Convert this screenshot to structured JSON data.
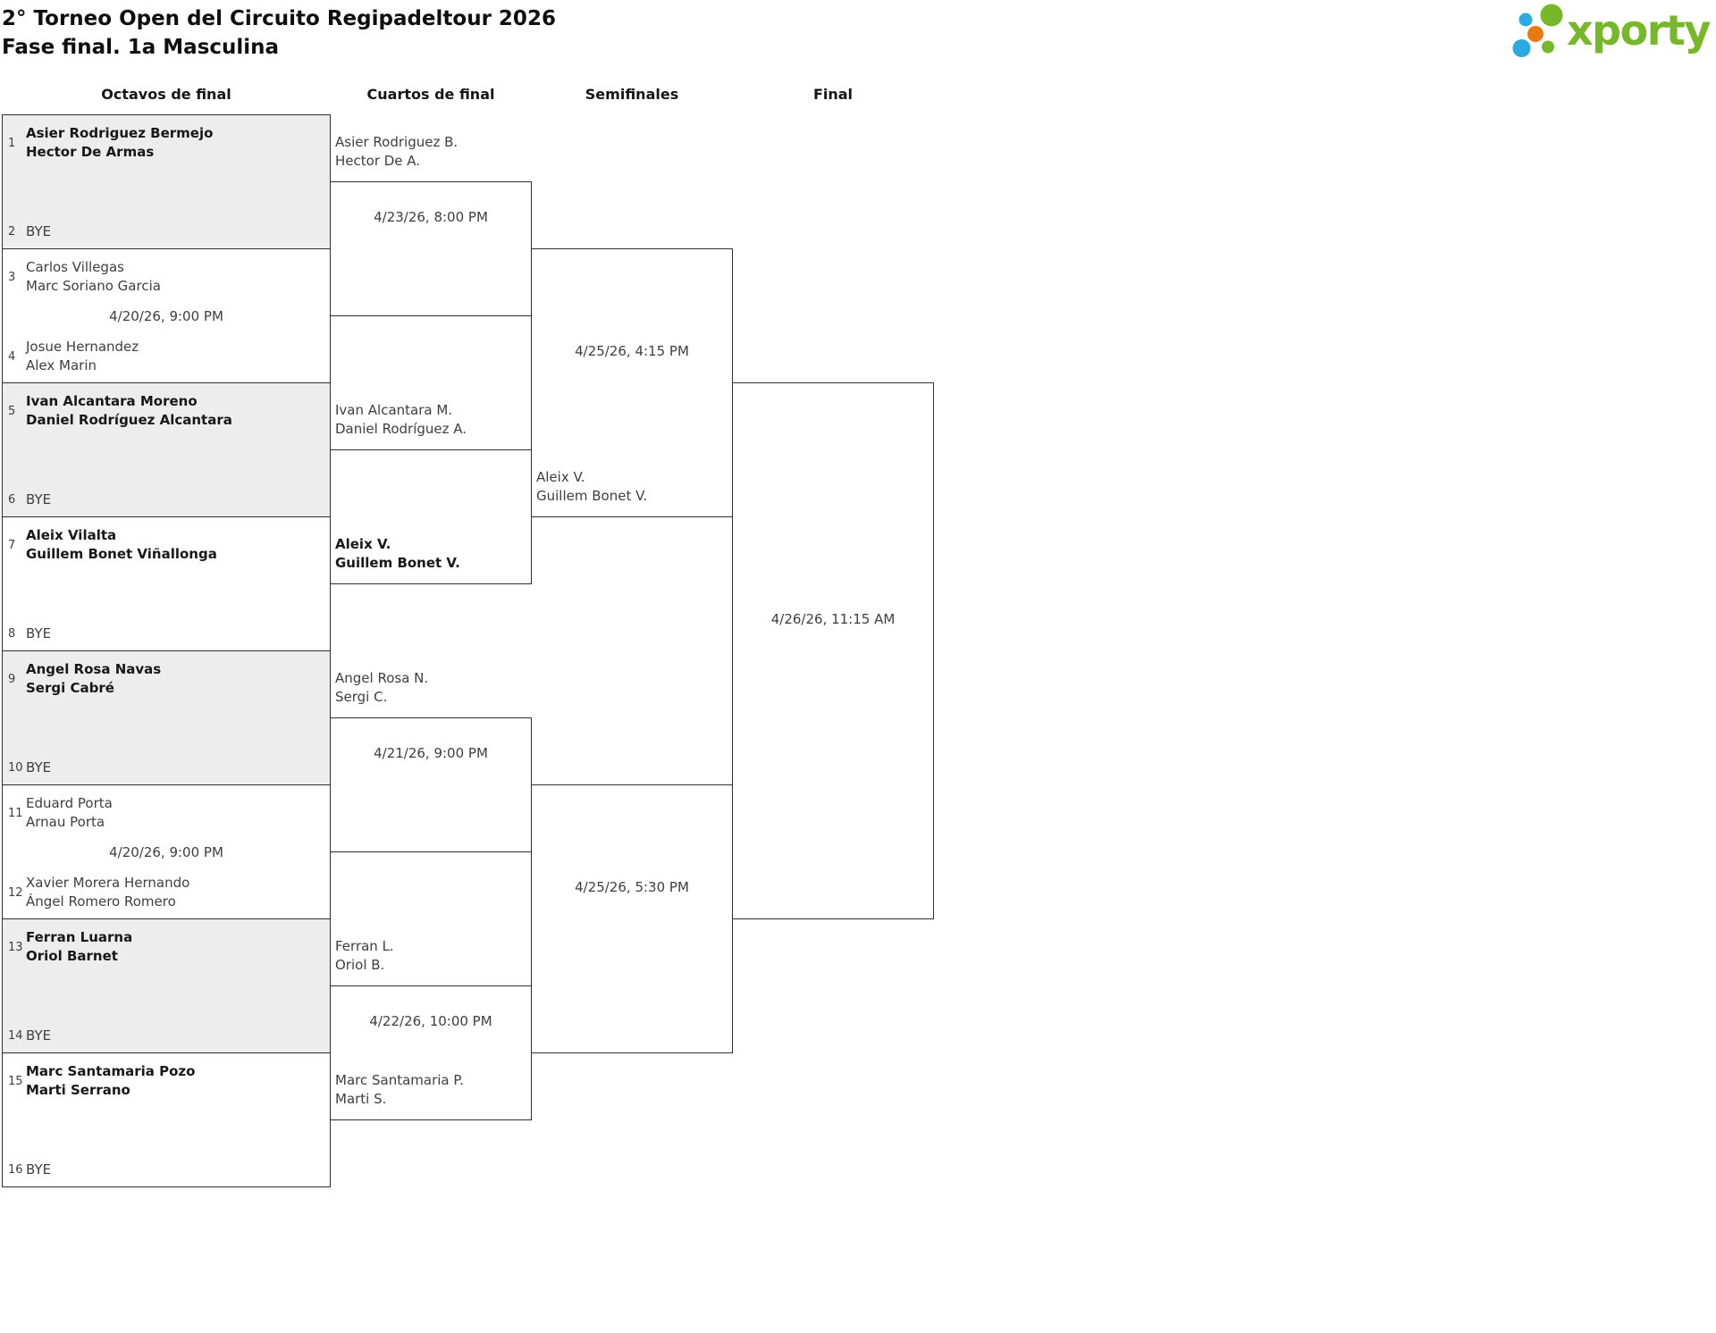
{
  "page": {
    "title_line1": "2° Torneo Open del Circuito Regipadeltour 2026",
    "title_line2": "Fase final. 1a Masculina"
  },
  "logo": {
    "text": "xporty"
  },
  "rounds": [
    "Octavos de final",
    "Cuartos de final",
    "Semifinales",
    "Final"
  ],
  "colors": {
    "line": "#2f2f2f",
    "shaded_fill": "#ededed",
    "text": "#3e3e3e",
    "text_strong": "#181818",
    "logo_green": "#76b82a",
    "logo_blue": "#29abe2",
    "logo_orange": "#e8790f"
  },
  "bracket": {
    "octavos": [
      {
        "time": "",
        "p1": {
          "seed": "1",
          "bold": true,
          "lines": [
            "Asier Rodriguez Bermejo",
            "Hector De Armas"
          ]
        },
        "p2": {
          "seed": "2",
          "bold": false,
          "lines": [
            "BYE"
          ]
        }
      },
      {
        "time": "4/20/26, 9:00 PM",
        "p1": {
          "seed": "3",
          "bold": false,
          "lines": [
            "Carlos Villegas",
            "Marc Soriano Garcia"
          ]
        },
        "p2": {
          "seed": "4",
          "bold": false,
          "lines": [
            "Josue Hernandez",
            "Alex Marin"
          ]
        }
      },
      {
        "time": "",
        "p1": {
          "seed": "5",
          "bold": true,
          "lines": [
            "Ivan Alcantara Moreno",
            "Daniel Rodríguez Alcantara"
          ]
        },
        "p2": {
          "seed": "6",
          "bold": false,
          "lines": [
            "BYE"
          ]
        }
      },
      {
        "time": "",
        "p1": {
          "seed": "7",
          "bold": true,
          "lines": [
            "Aleix Vilalta",
            "Guillem Bonet Viñallonga"
          ]
        },
        "p2": {
          "seed": "8",
          "bold": false,
          "lines": [
            "BYE"
          ]
        }
      },
      {
        "time": "",
        "p1": {
          "seed": "9",
          "bold": true,
          "lines": [
            "Angel Rosa Navas",
            "Sergi Cabré"
          ]
        },
        "p2": {
          "seed": "10",
          "bold": false,
          "lines": [
            "BYE"
          ]
        }
      },
      {
        "time": "4/20/26, 9:00 PM",
        "p1": {
          "seed": "11",
          "bold": false,
          "lines": [
            "Eduard Porta",
            "Arnau Porta"
          ]
        },
        "p2": {
          "seed": "12",
          "bold": false,
          "lines": [
            "Xavier Morera Hernando",
            "Ángel Romero Romero"
          ]
        }
      },
      {
        "time": "",
        "p1": {
          "seed": "13",
          "bold": true,
          "lines": [
            "Ferran Luarna",
            "Oriol Barnet"
          ]
        },
        "p2": {
          "seed": "14",
          "bold": false,
          "lines": [
            "BYE"
          ]
        }
      },
      {
        "time": "",
        "p1": {
          "seed": "15",
          "bold": true,
          "lines": [
            "Marc Santamaria Pozo",
            "Marti Serrano"
          ]
        },
        "p2": {
          "seed": "16",
          "bold": false,
          "lines": [
            "BYE"
          ]
        }
      }
    ],
    "cuartos": [
      {
        "time": "4/23/26, 8:00 PM",
        "p1": {
          "bold": false,
          "lines": [
            "Asier Rodriguez B.",
            "Hector De A."
          ]
        },
        "p2": null
      },
      {
        "time": "",
        "p1": {
          "bold": false,
          "lines": [
            "Ivan Alcantara M.",
            "Daniel Rodríguez A."
          ]
        },
        "p2": {
          "bold": true,
          "lines": [
            "Aleix V.",
            "Guillem Bonet V."
          ]
        }
      },
      {
        "time": "4/21/26, 9:00 PM",
        "p1": {
          "bold": false,
          "lines": [
            "Angel Rosa N.",
            "Sergi C."
          ]
        },
        "p2": null
      },
      {
        "time": "4/22/26, 10:00 PM",
        "p1": {
          "bold": false,
          "lines": [
            "Ferran L.",
            "Oriol B."
          ]
        },
        "p2": {
          "bold": false,
          "lines": [
            "Marc Santamaria P.",
            "Marti S."
          ]
        }
      }
    ],
    "semifinales": [
      {
        "time": "4/25/26, 4:15 PM",
        "p1": null,
        "p2": {
          "bold": false,
          "lines": [
            "Aleix V.",
            "Guillem Bonet V."
          ]
        }
      },
      {
        "time": "4/25/26, 5:30 PM",
        "p1": null,
        "p2": null
      }
    ],
    "final": [
      {
        "time": "4/26/26, 11:15 AM",
        "p1": null,
        "p2": null
      }
    ]
  }
}
